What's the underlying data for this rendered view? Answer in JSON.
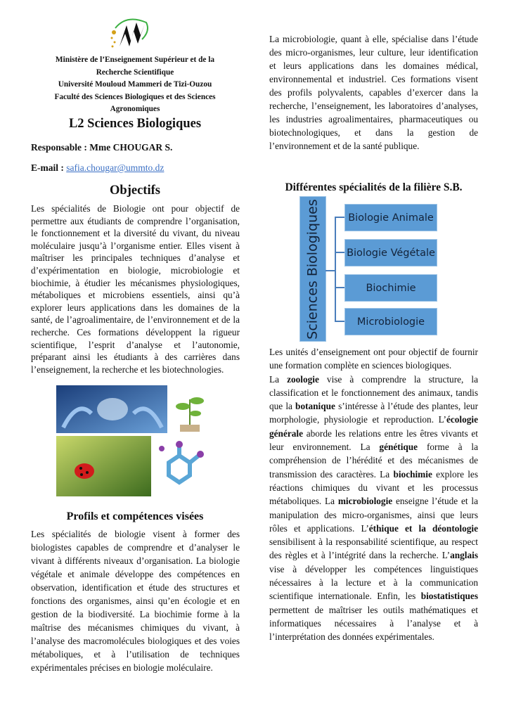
{
  "header": {
    "lines": [
      "Ministère de l’Enseignement Supérieur et de la",
      "Recherche Scientifique",
      "Université Mouloud Mammeri de Tizi-Ouzou",
      "Faculté des Sciences Biologiques et des Sciences",
      "Agronomiques"
    ]
  },
  "title": "L2 Sciences Biologiques",
  "responsable": "Responsable : Mme CHOUGAR S.",
  "email": {
    "label": "E-mail :",
    "address": "safia.chougar@ummto.dz"
  },
  "objectifs": {
    "heading": "Objectifs",
    "text": "Les spécialités de Biologie ont pour objectif de permettre aux étudiants de comprendre l’organisation, le fonctionnement et la diversité du vivant, du niveau moléculaire jusqu’à l’organisme entier. Elles visent à maîtriser les principales techniques d’analyse et d’expérimentation en biologie, microbiologie et biochimie, à étudier les mécanismes physiologiques, métaboliques et microbiens essentiels, ainsi qu’à explorer leurs applications dans les domaines de la santé, de l’agroalimentaire, de l’environnement et de la recherche. Ces formations développent la rigueur scientifique, l’esprit d’analyse et l’autonomie, préparant ainsi les étudiants à des carrières dans l’enseignement, la recherche et les biotechnologies."
  },
  "profils": {
    "heading": "Profils et compétences visées",
    "text": "Les spécialités de biologie visent à former des biologistes capables de comprendre et d’analyser le vivant à différents niveaux d’organisation. La biologie végétale et animale développe des compétences en observation, identification et étude des structures et fonctions des organismes, ainsi qu’en écologie et en gestion de la biodiversité. La biochimie forme à la maîtrise des mécanismes chimiques du vivant, à l’analyse des macromolécules biologiques et des voies métaboliques, et à l’utilisation de techniques expérimentales précises en biologie moléculaire."
  },
  "microbiologie_text": "La microbiologie, quant à elle, spécialise dans l’étude des micro-organismes, leur culture, leur identification et leurs applications dans les domaines médical, environnemental et industriel. Ces formations visent des profils polyvalents, capables d’exercer dans la recherche, l’enseignement, les laboratoires d’analyses, les industries agroalimentaires, pharmaceutiques ou biotechnologiques, et dans la gestion de l’environnement et de la santé publique.",
  "specialites": {
    "heading": "Différentes spécialités de la filière S.B.",
    "root": "Sciences Biologiques",
    "items": [
      "Biologie Animale",
      "Biologie Végétale",
      "Biochimie",
      "Microbiologie"
    ],
    "color": "#5b9bd5"
  },
  "units": {
    "intro": "Les unités d’enseignement ont pour objectif de fournir une formation complète en sciences biologiques.",
    "segments": [
      {
        "text": "La ",
        "bold": false
      },
      {
        "text": "zoologie",
        "bold": true
      },
      {
        "text": " vise à comprendre la structure, la classification et le fonctionnement des animaux, tandis que la ",
        "bold": false
      },
      {
        "text": "botanique",
        "bold": true
      },
      {
        "text": " s’intéresse à l’étude des plantes, leur morphologie, physiologie et reproduction. L’",
        "bold": false
      },
      {
        "text": "écologie générale",
        "bold": true
      },
      {
        "text": " aborde les relations entre les êtres vivants et leur environnement. La ",
        "bold": false
      },
      {
        "text": "génétique",
        "bold": true
      },
      {
        "text": " forme à la compréhension de l’hérédité et des mécanismes de transmission des caractères. La ",
        "bold": false
      },
      {
        "text": "biochimie",
        "bold": true
      },
      {
        "text": " explore les réactions chimiques du vivant et les processus métaboliques. La ",
        "bold": false
      },
      {
        "text": "microbiologie",
        "bold": true
      },
      {
        "text": " enseigne l’étude et la manipulation des micro-organismes, ainsi que leurs rôles et applications. L’",
        "bold": false
      },
      {
        "text": "éthique et la déontologie",
        "bold": true
      },
      {
        "text": " sensibilisent à la responsabilité scientifique, au respect des règles et à l’intégrité dans la recherche. L’",
        "bold": false
      },
      {
        "text": "anglais",
        "bold": true
      },
      {
        "text": " vise à développer les compétences linguistiques nécessaires à la lecture et à la communication scientifique internationale. Enfin, les ",
        "bold": false
      },
      {
        "text": "biostatistiques",
        "bold": true
      },
      {
        "text": " permettent de maîtriser les outils mathématiques et informatiques nécessaires à l’analyse et à l’interprétation des données expérimentales.",
        "bold": false
      }
    ]
  }
}
